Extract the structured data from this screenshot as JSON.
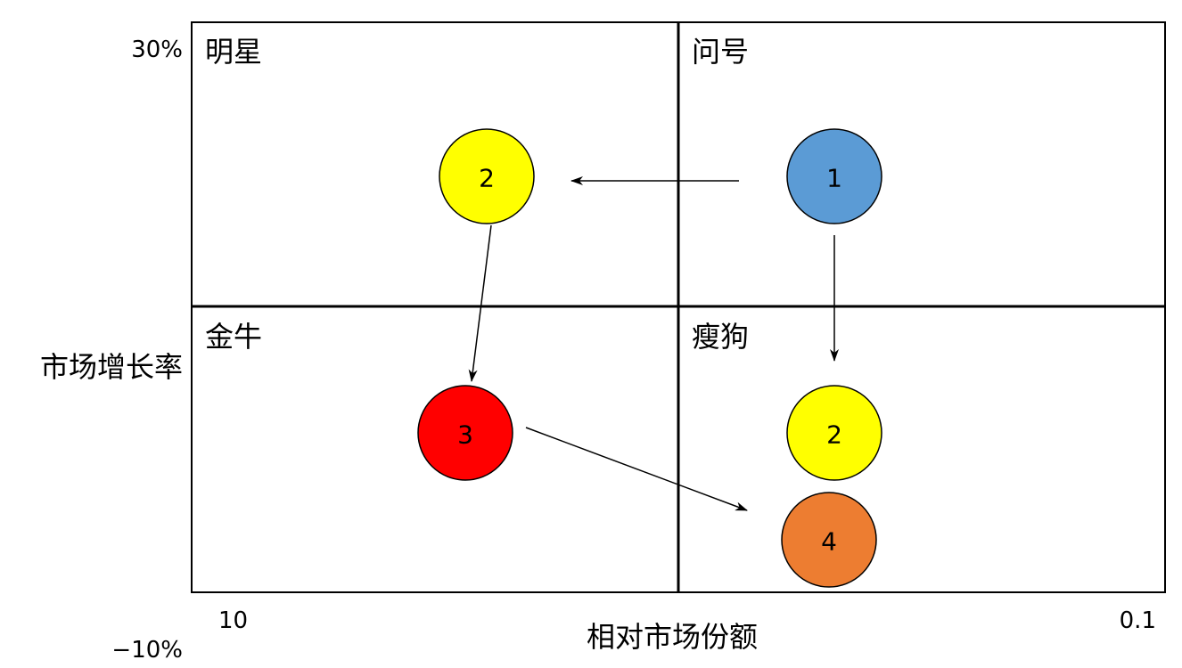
{
  "quadrants": {
    "star": "明星",
    "question": "问号",
    "cow": "金牛",
    "dog": "瘦狗"
  },
  "axes": {
    "y_title": "市场增长率",
    "y_top": "30%",
    "y_bottom": "−10%",
    "x_title": "相对市场份额",
    "x_left": "10",
    "x_right": "0.1"
  },
  "bubbles": [
    {
      "id": "q1",
      "label": "1",
      "color": "#5b9bd5"
    },
    {
      "id": "s2",
      "label": "2",
      "color": "#ffff00"
    },
    {
      "id": "c3",
      "label": "3",
      "color": "#ff0000"
    },
    {
      "id": "d2",
      "label": "2",
      "color": "#ffff00"
    },
    {
      "id": "d4",
      "label": "4",
      "color": "#ed7d31"
    }
  ],
  "colors": {
    "line": "#000000",
    "background": "#ffffff"
  }
}
